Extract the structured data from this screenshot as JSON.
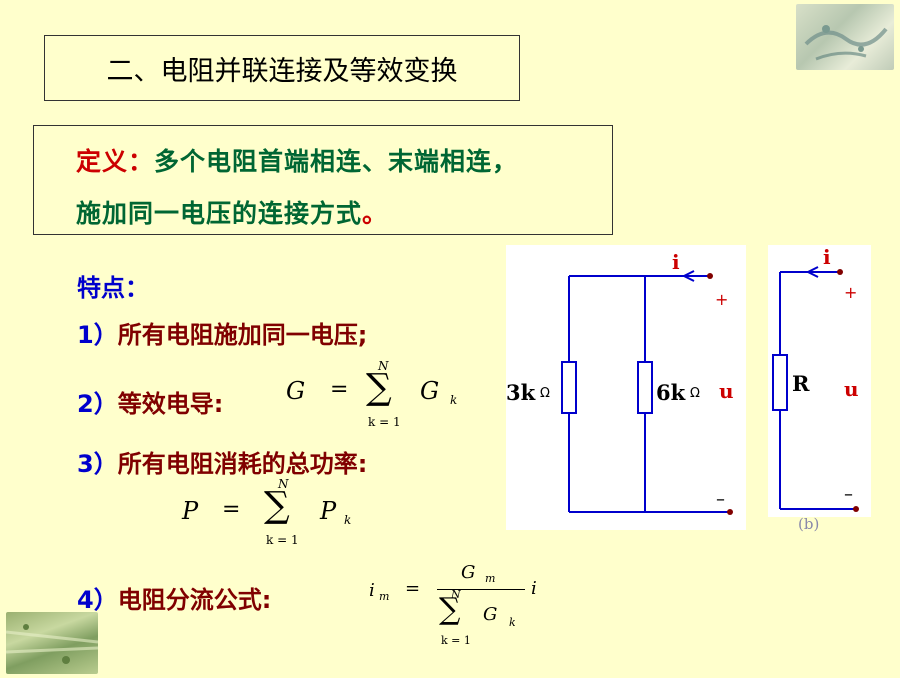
{
  "title": "二、电阻并联连接及等效变换",
  "definition": {
    "label": "定义：",
    "line1": "多个电阻首端相连、末端相连，",
    "line2_main": "施加同一电压的连接方式",
    "line2_end": "。"
  },
  "features": {
    "heading": "特点：",
    "items": [
      {
        "num": "1）",
        "text": "所有电阻施加同一电压;"
      },
      {
        "num": "2）",
        "text": "等效电导:"
      },
      {
        "num": "3）",
        "text": "所有电阻消耗的总功率:"
      },
      {
        "num": "4）",
        "text": "电阻分流公式:"
      }
    ]
  },
  "formulas": {
    "conductance": {
      "lhs": "G",
      "eq": "=",
      "sum_top": "N",
      "sum_bottom": "k = 1",
      "term": "G",
      "sub": "k"
    },
    "power": {
      "lhs": "P",
      "eq": "=",
      "sum_top": "N",
      "sum_bottom": "k = 1",
      "term": "P",
      "sub": "k"
    },
    "current_divider": {
      "lhs": "i",
      "lhs_sub": "m",
      "eq": "=",
      "num": "G",
      "num_sub": "m",
      "den_sum_top": "N",
      "den_sum_bottom": "k = 1",
      "den": "G",
      "den_sub": "k",
      "factor": "i"
    }
  },
  "circuit_a": {
    "current": "i",
    "plus": "+",
    "minus": "–",
    "voltage": "u",
    "r1_value": "3k",
    "r1_unit": "Ω",
    "r2_value": "6k",
    "r2_unit": "Ω"
  },
  "circuit_b": {
    "current": "i",
    "plus": "+",
    "minus": "–",
    "voltage": "u",
    "r_label": "R",
    "caption": "(b)"
  },
  "colors": {
    "background": "#ffffcc",
    "wire": "#0000cc",
    "terminal": "#800000",
    "label_red": "#cc0000",
    "text_green": "#006633",
    "text_blue": "#0000cc",
    "text_maroon": "#800000"
  }
}
